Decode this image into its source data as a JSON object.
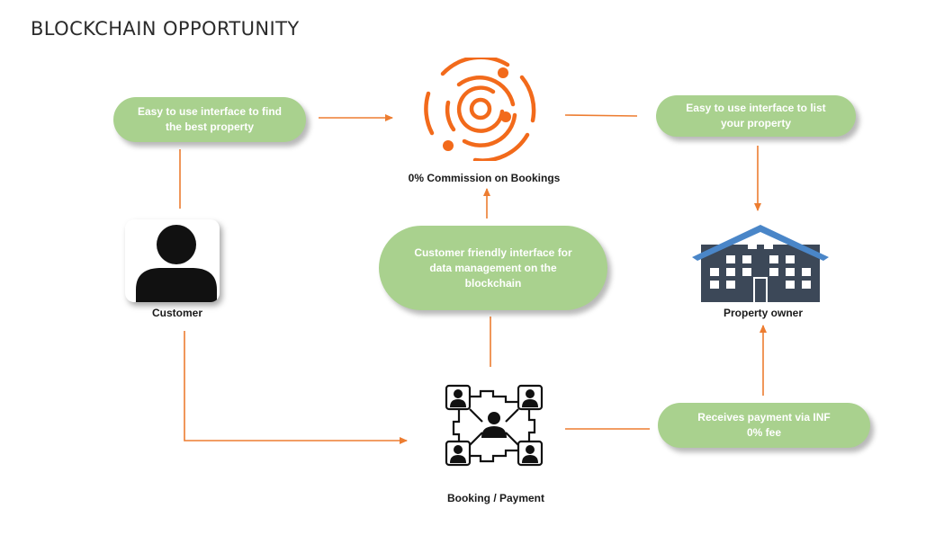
{
  "title": "BLOCKCHAIN OPPORTUNITY",
  "nodes": {
    "find_property": "Easy to use interface to find the best property",
    "list_property": "Easy to use interface to list your property",
    "data_management": "Customer friendly interface for data management on the blockchain",
    "receives_payment": "Receives payment via INF 0% fee"
  },
  "labels": {
    "commission": "0% Commission on Bookings",
    "customer": "Customer",
    "property_owner": "Property owner",
    "booking_payment": "Booking / Payment"
  },
  "icons": {
    "commission": "orbit-target-icon",
    "customer": "user-silhouette-icon",
    "property_owner": "building-icon",
    "booking_payment": "network-users-icon"
  },
  "colors": {
    "pill": "#a9d18e",
    "arrow": "#ed7d31",
    "orbit": "#f26a1b",
    "roof": "#4a86c8",
    "building": "#3c4858"
  }
}
